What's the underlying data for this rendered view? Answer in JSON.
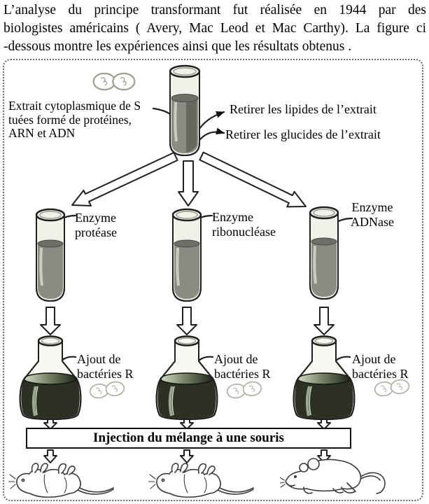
{
  "intro": {
    "lines": [
      "L’analyse du principe transformant fut réalisée en 1944 par des",
      "biologistes américains ( Avery, Mac Leod et Mac Carthy). La figure ci",
      "-dessous montre les expériences ainsi que les résultats obtenus ."
    ]
  },
  "diagram": {
    "source_label": {
      "line1": "Extrait cytoplasmique de S",
      "line2": "tuées formé de protéines,",
      "line3": "ARN et ADN"
    },
    "treatments": {
      "lipids": "Retirer les lipides de l’extrait",
      "glucides": "Retirer les glucides de l’extrait"
    },
    "columns": [
      {
        "enzyme_line1": "Enzyme",
        "enzyme_line2": "protéase",
        "flask_line1": "Ajout de",
        "flask_line2": "bactéries R",
        "result": "dead-mouse"
      },
      {
        "enzyme_line1": "Enzyme",
        "enzyme_line2": "ribonucléase",
        "flask_line1": "Ajout de",
        "flask_line2": "bactéries R",
        "result": "dead-mouse"
      },
      {
        "enzyme_line1": "Enzyme",
        "enzyme_line2": "ADNase",
        "flask_line1": "Ajout de",
        "flask_line2": "bactéries R",
        "result": "live-mouse"
      }
    ],
    "injection_label": "Injection du mélange à une souris"
  },
  "icons": {
    "bacteria": "diplococcus-pair",
    "test_tube": "test-tube",
    "flask": "erlenmeyer-flask",
    "dead_mouse": "dead-mouse-on-back",
    "live_mouse": "healthy-mouse",
    "arrow": "flow-arrow"
  },
  "colors": {
    "text": "#000000",
    "border": "#666666",
    "outline": "#1f1f1f",
    "glass_tint": "#eef2e8",
    "liquid_gray": "#8b8b84",
    "liquid_surface": "#6f6f68",
    "flask_liquid": "#2d3124",
    "flask_surface_light": "#d2dcc6",
    "bacteria_stroke": "#a8a89c"
  }
}
